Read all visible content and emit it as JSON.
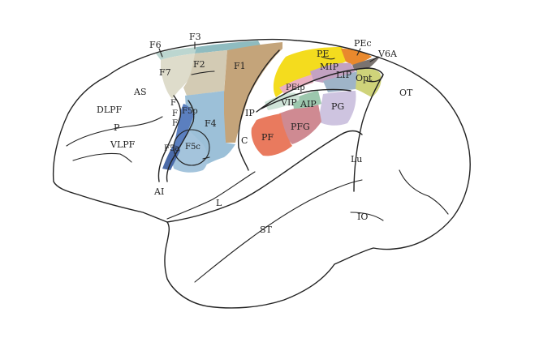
{
  "colors": {
    "F1": "#c4a47a",
    "F2": "#d3cbb4",
    "F7": "#dedccb",
    "F6": "#bcd6d0",
    "F3": "#8fbcc0",
    "F4": "#9cc0d8",
    "F5": "#a4c4dc",
    "F5p": "#5b7fbf",
    "F5a": "#4a6aa8",
    "PE": "#f4dc1e",
    "PEc": "#e9892d",
    "V6A": "#7a7370",
    "MIP": "#c3a2c2",
    "LIP": "#9fb4c8",
    "Opt": "#cfd37a",
    "PG": "#cec4e0",
    "PFG": "#cf8a92",
    "PF": "#e97a5e",
    "AIP": "#9cc7ad",
    "VIP": "#cfe4d8",
    "PEip": "#eab0c0"
  },
  "labels": {
    "F1": "F1",
    "F2": "F2",
    "F3": "F3",
    "F4": "F4",
    "F5p": "F5p",
    "F5c": "F5c",
    "F5a": "F5a",
    "F6": "F6",
    "F7": "F7",
    "F_upper": "F",
    "F_mid": "F",
    "F_lower": "F",
    "PE": "PE",
    "PEc": "PEc",
    "V6A": "V6A",
    "MIP": "MIP",
    "LIP": "LIP",
    "Opt": "Opt",
    "PEip": "PEip",
    "VIP": "VIP",
    "AIP": "AIP",
    "PG": "PG",
    "PFG": "PFG",
    "PF": "PF",
    "IP": "IP",
    "C": "C",
    "AS": "AS",
    "DLPF": "DLPF",
    "P": "P",
    "VLPF": "VLPF",
    "AI": "AI",
    "L": "L",
    "ST": "ST",
    "Lu": "Lu",
    "IO": "IO",
    "OT": "OT"
  }
}
